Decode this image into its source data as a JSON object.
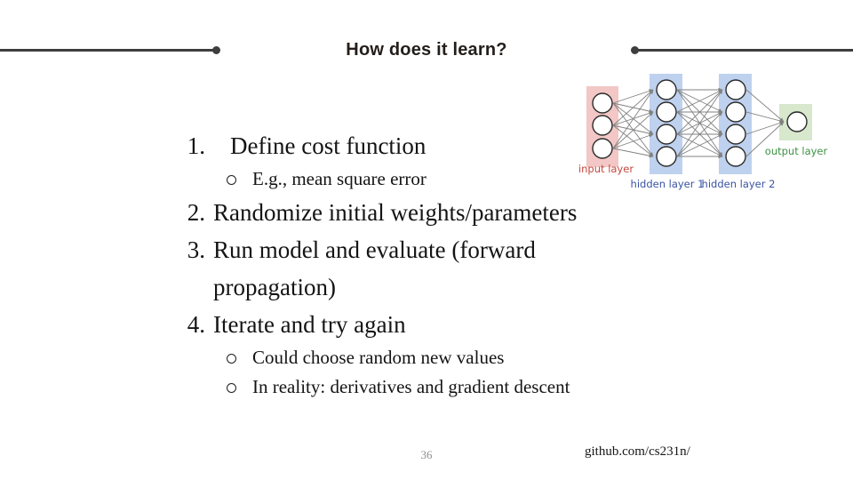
{
  "slide": {
    "title": "How does it learn?",
    "page_number": "36",
    "credit_link": "github.com/cs231n/"
  },
  "steps": {
    "items": [
      {
        "number": "1.",
        "text": "Define cost function",
        "subs": [
          "E.g., mean square error"
        ]
      },
      {
        "number": "2.",
        "text": "Randomize initial weights/parameters",
        "subs": []
      },
      {
        "number": "3.",
        "text": "Run model and evaluate (forward propagation)",
        "subs": []
      },
      {
        "number": "4.",
        "text": "Iterate and try again",
        "subs": [
          "Could choose random new values",
          "In reality: derivatives and gradient descent"
        ]
      }
    ]
  },
  "diagram": {
    "labels": {
      "input": "input layer",
      "hidden1": "hidden layer 1",
      "hidden2": "hidden layer 2",
      "output": "output layer"
    },
    "colors": {
      "input_box": "#f2c7c5",
      "hidden_box": "#bed1ee",
      "output_box": "#d7e8cd",
      "input_label": "#c4473d",
      "hidden_label": "#3953a4",
      "output_label": "#3f9244",
      "arrow": "#828282",
      "node_stroke": "#2b2b2b",
      "node_fill": "#ffffff"
    }
  },
  "icons": {
    "sub_bullet": "hollow-circle",
    "rule_dot": "filled-circle"
  },
  "theme": {
    "rule_color": "#3e3e3e",
    "title_color": "#241e1b",
    "body_text_color": "#141414",
    "page_number_color": "#8f8f8f"
  }
}
